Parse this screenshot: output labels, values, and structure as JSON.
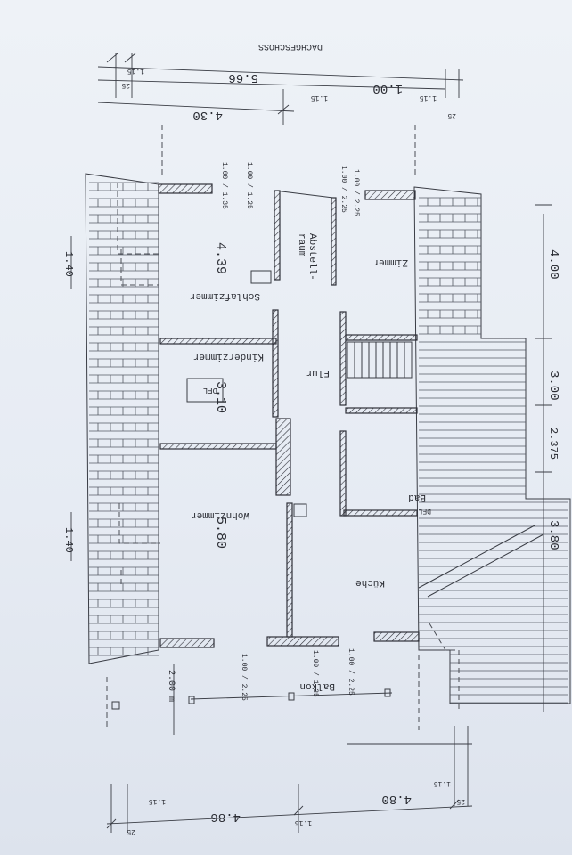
{
  "plan": {
    "title": "DACHGESCHOSS",
    "rooms": {
      "abstellraum_line1": "Abstell-",
      "abstellraum_line2": "raum",
      "zimmer": "Zimmer",
      "schlafzimmer": "Schlafzimmer",
      "kinderzimmer": "Kinderzimmer",
      "flur": "Flur",
      "bad": "Bad",
      "wohnzimmer": "Wohnzimmer",
      "kueche": "Küche",
      "balkon": "Balkon"
    },
    "dimensions": {
      "top_total": "5.66",
      "top_left": "4.30",
      "top_right": "1.00",
      "top_small_a": "1.15",
      "top_small_b": "1.15",
      "top_small_c": "25",
      "top_small_d": "1.15",
      "top_small_e": "25",
      "right_total_a": "4.00",
      "right_total_b": "3.00",
      "right_total_c": "2.375",
      "right_total_d": "3.80",
      "inner_schlaf": "4.39",
      "inner_kinder": "3.10",
      "inner_wohn": "5.80",
      "left_a": "1.40",
      "left_b": "1.40",
      "bottom_left": "4.86",
      "bottom_right": "4.80",
      "bottom_small_a": "1.15",
      "bottom_small_b": "1.15",
      "bottom_small_c": "25",
      "bottom_small_d": "1.15",
      "bottom_small_e": "25",
      "balkon_depth": "2.00 m",
      "window_a": "1.00 / 1.35",
      "window_b": "1.00 / 1.25",
      "window_c": "1.00 / 2.25",
      "window_d": "1.00 / 2.25",
      "window_e": "1.00 / 2.25",
      "window_f": "1.00 / 1.35",
      "window_g": "1.00 / 2.25",
      "dfl_1": "DFL",
      "dfl_2": "DFL"
    }
  }
}
